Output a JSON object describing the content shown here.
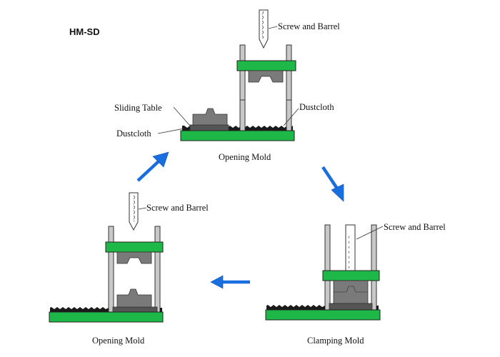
{
  "title": "HM-SD",
  "colors": {
    "platen_green": "#1db848",
    "platen_stroke": "#222222",
    "mold_gray": "#7a7a7a",
    "mold_dark": "#555555",
    "tie_bar": "#c8c8c8",
    "dustcloth": "#1a1a1a",
    "arrow_blue": "#1a6fe0"
  },
  "stages": [
    {
      "id": "top",
      "caption": "Opening Mold",
      "labels": {
        "screw": "Screw and Barrel",
        "sliding_table": "Sliding Table",
        "dustcloth_left": "Dustcloth",
        "dustcloth_right": "Dustcloth"
      }
    },
    {
      "id": "bottom-right",
      "caption": "Clamping Mold",
      "labels": {
        "screw": "Screw and Barrel"
      }
    },
    {
      "id": "bottom-left",
      "caption": "Opening Mold",
      "labels": {
        "screw": "Screw and Barrel"
      }
    }
  ],
  "arrows": [
    {
      "from": "top",
      "to": "bottom-right",
      "direction": "down-right"
    },
    {
      "from": "bottom-right",
      "to": "bottom-left",
      "direction": "left"
    },
    {
      "from": "bottom-left",
      "to": "top",
      "direction": "up-right"
    }
  ]
}
